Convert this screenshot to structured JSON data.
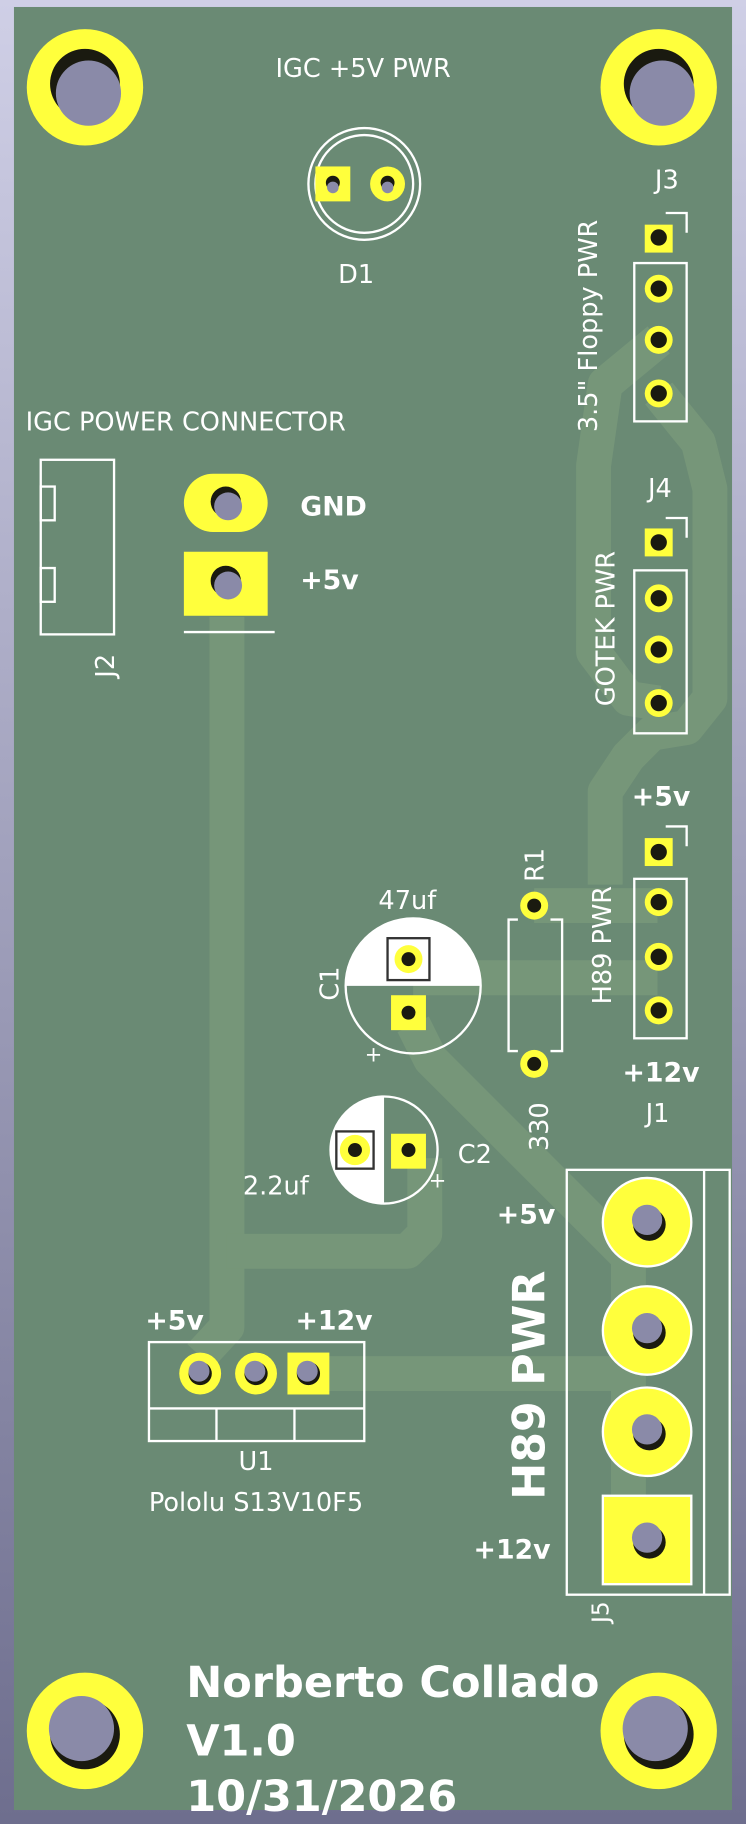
{
  "board": {
    "colors": {
      "substrate": "#6a8a74",
      "trace": "#769679",
      "copper": "#ffff3c",
      "silkscreen": "#ffffff",
      "background": "#b8b8d4"
    },
    "title": "IGC +5V PWR",
    "d1": {
      "ref": "D1"
    },
    "j2": {
      "heading": "IGC POWER CONNECTOR",
      "ref": "J2",
      "gnd_label": "GND",
      "v5_label": "+5v"
    },
    "j3": {
      "ref": "J3",
      "label": "3.5\" Floppy PWR"
    },
    "j4": {
      "ref": "J4",
      "label": "GOTEK PWR"
    },
    "j1": {
      "ref": "J1",
      "label": "H89 PWR",
      "top_label": "+5v",
      "bottom_label": "+12v"
    },
    "r1": {
      "ref": "R1",
      "value": "330"
    },
    "c1": {
      "ref": "C1",
      "value": "47uf",
      "polarity": "+"
    },
    "c2": {
      "ref": "C2",
      "value": "2.2uf",
      "polarity": "+"
    },
    "u1": {
      "ref": "U1",
      "part": "Pololu S13V10F5",
      "left_label": "+5v",
      "right_label": "+12v"
    },
    "j5": {
      "ref": "J5",
      "label": "H89 PWR",
      "top_label": "+5v",
      "bottom_label": "+12v"
    },
    "credits": {
      "author": "Norberto Collado",
      "version": "V1.0",
      "date": "10/31/2026"
    }
  }
}
